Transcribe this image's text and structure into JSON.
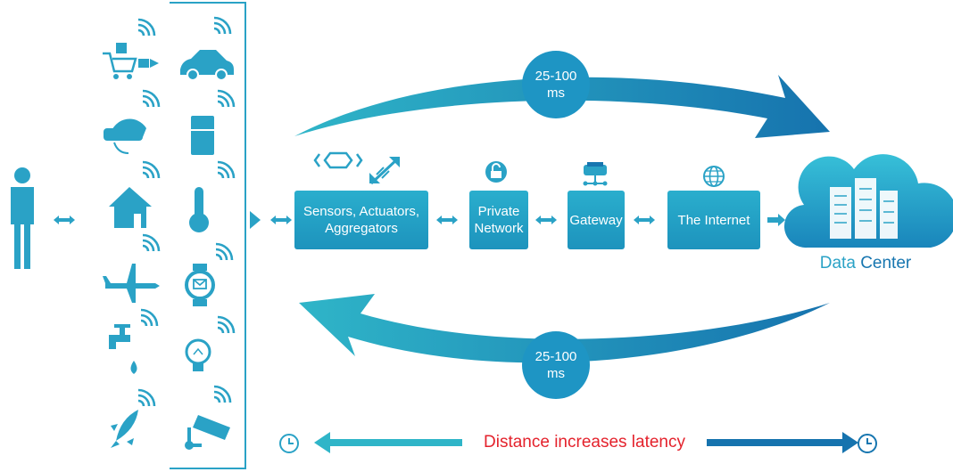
{
  "pipeline": {
    "boxes": [
      {
        "label": "Sensors, Actuators,\nAggregators"
      },
      {
        "label": "Private\nNetwork"
      },
      {
        "label": "Gateway"
      },
      {
        "label": "The Internet"
      }
    ]
  },
  "data_center": {
    "label_part1": "Data",
    "label_part2": "Center"
  },
  "latency_top": {
    "label": "25-100\nms"
  },
  "latency_bottom": {
    "label": "25-100\nms"
  },
  "distance_note": {
    "label": "Distance increases latency"
  },
  "devices": {
    "left_column": [
      "shopping-cart-icon",
      "vr-headset-icon",
      "house-icon",
      "airplane-icon",
      "water-tap-icon",
      "rocket-icon"
    ],
    "right_column": [
      "car-icon",
      "refrigerator-icon",
      "thermometer-icon",
      "smartwatch-icon",
      "light-bulb-icon",
      "security-camera-icon"
    ]
  },
  "colors": {
    "primary": "#2aa2c6",
    "dark": "#1776b0",
    "highlight": "#e4222c"
  }
}
